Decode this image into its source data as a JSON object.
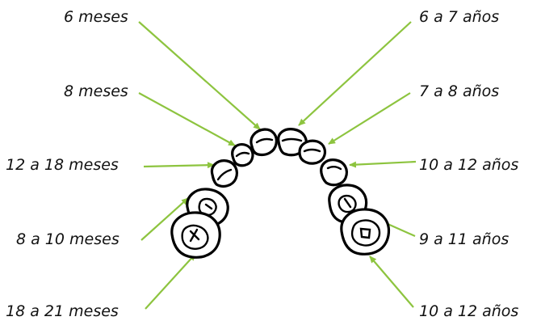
{
  "diagram": {
    "left_labels": [
      {
        "id": "central-left",
        "text": "6 meses"
      },
      {
        "id": "lateral-left",
        "text": "8 meses"
      },
      {
        "id": "canine-left",
        "text": "12 a 18 meses"
      },
      {
        "id": "molar1-left",
        "text": "8 a 10 meses"
      },
      {
        "id": "molar2-left",
        "text": "18 a 21 meses"
      }
    ],
    "right_labels": [
      {
        "id": "central-right",
        "text": "6 a 7 años"
      },
      {
        "id": "lateral-right",
        "text": "7 a 8 años"
      },
      {
        "id": "canine-right",
        "text": "10 a 12 años"
      },
      {
        "id": "molar1-right",
        "text": "9 a 11 años"
      },
      {
        "id": "molar2-right",
        "text": "10 a 12 años"
      }
    ],
    "colors": {
      "arrow": "#8dc43f",
      "tooth_outline": "#000000",
      "text": "#111111"
    }
  }
}
